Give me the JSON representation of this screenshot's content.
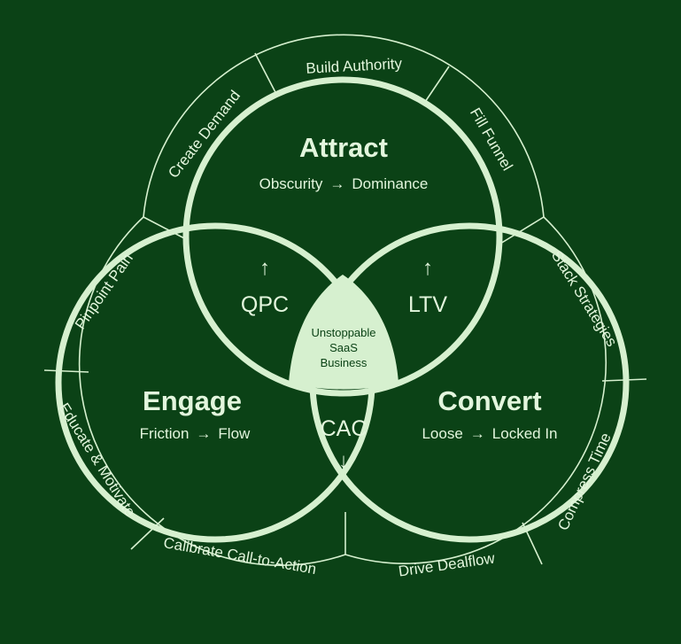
{
  "colors": {
    "background": "#0b4216",
    "line": "#d6f0cf",
    "text": "#e3f6dd",
    "center_fill": "#d6f0cf",
    "center_text": "#0b4216"
  },
  "circles": {
    "attract": {
      "title": "Attract",
      "from": "Obscurity",
      "to": "Dominance"
    },
    "engage": {
      "title": "Engage",
      "from": "Friction",
      "to": "Flow"
    },
    "convert": {
      "title": "Convert",
      "from": "Loose",
      "to": "Locked In"
    }
  },
  "arrow_symbol": "→",
  "metrics": {
    "qpc": {
      "label": "QPC",
      "arrow": "↑"
    },
    "ltv": {
      "label": "LTV",
      "arrow": "↑"
    },
    "cac": {
      "label": "CAC",
      "arrow": "↓"
    }
  },
  "center": {
    "line1": "Unstoppable",
    "line2": "SaaS",
    "line3": "Business"
  },
  "ring_labels": {
    "build_authority": "Build Authority",
    "create_demand": "Create Demand",
    "fill_funnel": "Fill Funnel",
    "stack_strategies": "Stack Strategies",
    "compress_time": "Compress Time",
    "drive_dealflow": "Drive Dealflow",
    "calibrate_cta": "Calibrate Call-to-Action",
    "educate_motivate": "Educate & Motivate",
    "pinpoint_pain": "Pinpoint Pain"
  }
}
